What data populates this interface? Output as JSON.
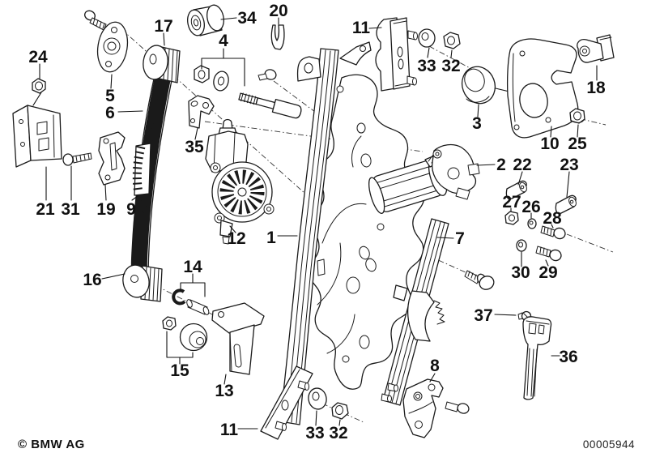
{
  "diagram": {
    "type": "exploded-parts-diagram",
    "background_color": "#ffffff",
    "line_color": "#1a1a1a"
  },
  "footer": {
    "copyright": "© BMW AG",
    "drawing_number": "00005944"
  },
  "callouts": [
    {
      "label": "24"
    },
    {
      "label": "5"
    },
    {
      "label": "6"
    },
    {
      "label": "17"
    },
    {
      "label": "34"
    },
    {
      "label": "20"
    },
    {
      "label": "4"
    },
    {
      "label": "35"
    },
    {
      "label": "21"
    },
    {
      "label": "31"
    },
    {
      "label": "19"
    },
    {
      "label": "9"
    },
    {
      "label": "12"
    },
    {
      "label": "1"
    },
    {
      "label": "16"
    },
    {
      "label": "14"
    },
    {
      "label": "15"
    },
    {
      "label": "13"
    },
    {
      "label": "11"
    },
    {
      "label": "33"
    },
    {
      "label": "32"
    },
    {
      "label": "11"
    },
    {
      "label": "33"
    },
    {
      "label": "32"
    },
    {
      "label": "3"
    },
    {
      "label": "10"
    },
    {
      "label": "25"
    },
    {
      "label": "18"
    },
    {
      "label": "2"
    },
    {
      "label": "22"
    },
    {
      "label": "23"
    },
    {
      "label": "27"
    },
    {
      "label": "26"
    },
    {
      "label": "28"
    },
    {
      "label": "30"
    },
    {
      "label": "29"
    },
    {
      "label": "7"
    },
    {
      "label": "37"
    },
    {
      "label": "36"
    },
    {
      "label": "8"
    }
  ]
}
